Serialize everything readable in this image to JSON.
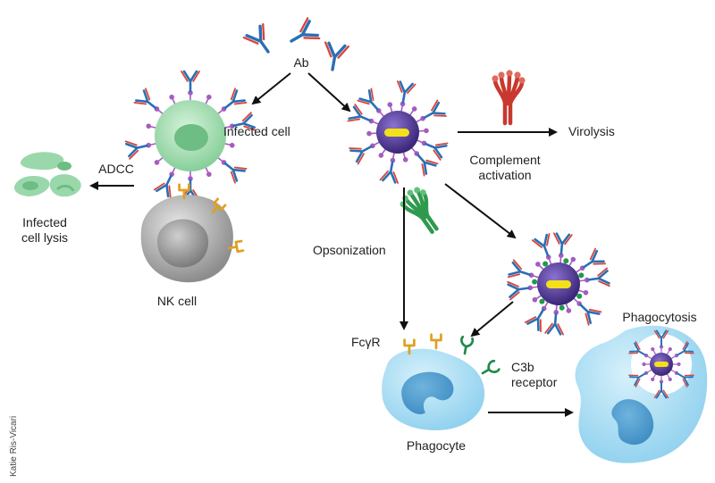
{
  "labels": {
    "ab": "Ab",
    "infected_cell": "Infected cell",
    "adcc": "ADCC",
    "infected_lysis_line1": "Infected",
    "infected_lysis_line2": "cell lysis",
    "nk_cell": "NK cell",
    "virolysis": "Virolysis",
    "complement_line1": "Complement",
    "complement_line2": "activation",
    "opsonization": "Opsonization",
    "fcgr": "FcγR",
    "c3b_line1": "C3b",
    "c3b_line2": "receptor",
    "phagocyte": "Phagocyte",
    "phagocytosis": "Phagocytosis",
    "credit": "Katie Ris-Vicari"
  },
  "colors": {
    "antibody_heavy": "#2a6fb5",
    "antibody_light": "#d9443a",
    "infected_cell": "#9fdcae",
    "virus": "#5b3fa0",
    "virus_core": "#f4e01a",
    "spike": "#a45cbf",
    "nk_cell": "#b8b8b8",
    "fc_receptor": "#e0a020",
    "c3b_receptor": "#1f8a4c",
    "complement_red": "#c8382e",
    "complement_green": "#2f9a4e",
    "phagocyte": "#a8dcf2"
  }
}
